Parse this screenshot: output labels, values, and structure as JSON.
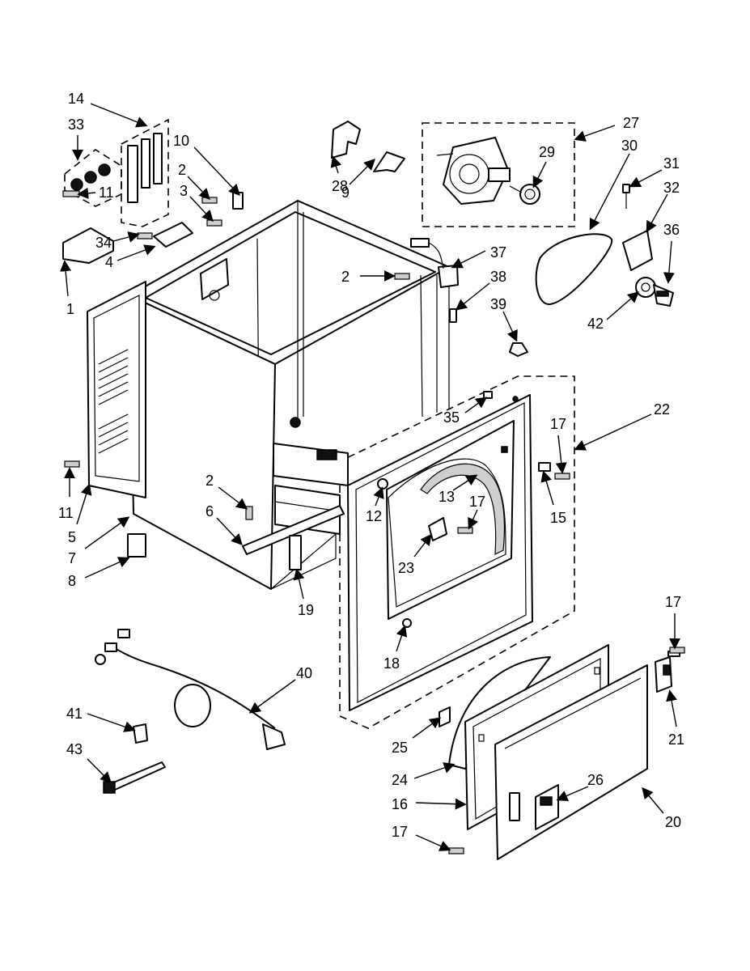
{
  "callouts": [
    {
      "id": "c14",
      "text": "14"
    },
    {
      "id": "c33",
      "text": "33"
    },
    {
      "id": "c10",
      "text": "10"
    },
    {
      "id": "c2a",
      "text": "2"
    },
    {
      "id": "c3",
      "text": "3"
    },
    {
      "id": "c11a",
      "text": "11"
    },
    {
      "id": "c34",
      "text": "34"
    },
    {
      "id": "c4",
      "text": "4"
    },
    {
      "id": "c1",
      "text": "1"
    },
    {
      "id": "c28",
      "text": "28"
    },
    {
      "id": "c9",
      "text": "9"
    },
    {
      "id": "c27",
      "text": "27"
    },
    {
      "id": "c29",
      "text": "29"
    },
    {
      "id": "c30",
      "text": "30"
    },
    {
      "id": "c31",
      "text": "31"
    },
    {
      "id": "c32",
      "text": "32"
    },
    {
      "id": "c36",
      "text": "36"
    },
    {
      "id": "c42",
      "text": "42"
    },
    {
      "id": "c37",
      "text": "37"
    },
    {
      "id": "c2b",
      "text": "2"
    },
    {
      "id": "c38",
      "text": "38"
    },
    {
      "id": "c39",
      "text": "39"
    },
    {
      "id": "c35",
      "text": "35"
    },
    {
      "id": "c22",
      "text": "22"
    },
    {
      "id": "c17a",
      "text": "17"
    },
    {
      "id": "c15",
      "text": "15"
    },
    {
      "id": "c13",
      "text": "13"
    },
    {
      "id": "c12",
      "text": "12"
    },
    {
      "id": "c17b",
      "text": "17"
    },
    {
      "id": "c23",
      "text": "23"
    },
    {
      "id": "c11b",
      "text": "11"
    },
    {
      "id": "c5",
      "text": "5"
    },
    {
      "id": "c7",
      "text": "7"
    },
    {
      "id": "c8",
      "text": "8"
    },
    {
      "id": "c2c",
      "text": "2"
    },
    {
      "id": "c6",
      "text": "6"
    },
    {
      "id": "c19",
      "text": "19"
    },
    {
      "id": "c18",
      "text": "18"
    },
    {
      "id": "c40",
      "text": "40"
    },
    {
      "id": "c41",
      "text": "41"
    },
    {
      "id": "c43",
      "text": "43"
    },
    {
      "id": "c17c",
      "text": "17"
    },
    {
      "id": "c21",
      "text": "21"
    },
    {
      "id": "c25",
      "text": "25"
    },
    {
      "id": "c24",
      "text": "24"
    },
    {
      "id": "c26",
      "text": "26"
    },
    {
      "id": "c16",
      "text": "16"
    },
    {
      "id": "c20",
      "text": "20"
    },
    {
      "id": "c17d",
      "text": "17"
    }
  ]
}
